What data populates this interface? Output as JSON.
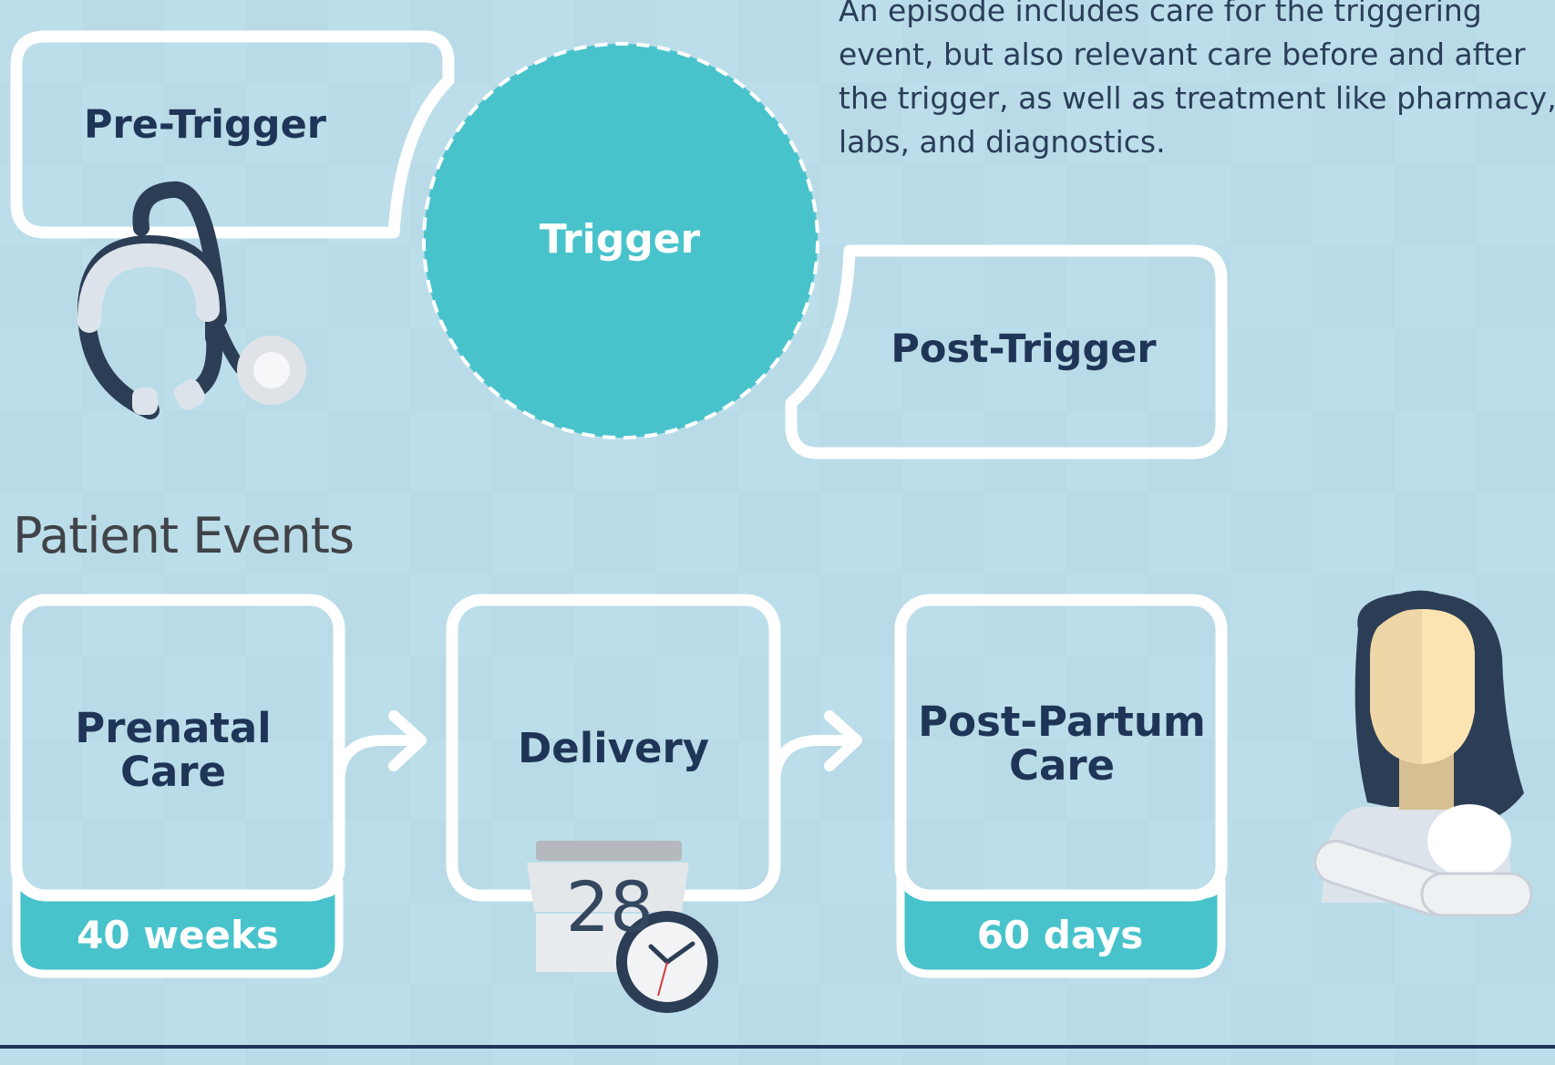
{
  "description": "An episode includes care for the triggering\nevent, but also relevant care before and after\n the trigger, as well as treatment like pharmacy,\nlabs, and diagnostics.",
  "phases": {
    "pre_trigger": "Pre-Trigger",
    "trigger": "Trigger",
    "post_trigger": "Post-Trigger"
  },
  "section_title": "Patient Events",
  "events": {
    "prenatal": {
      "label": "Prenatal Care",
      "duration": "40 weeks"
    },
    "delivery": {
      "label": "Delivery",
      "calendar_day": "28"
    },
    "postpartum": {
      "label": "Post-Partum Care",
      "duration": "60 days"
    }
  },
  "colors": {
    "background": "#b9dbe7",
    "teal": "#48c3cc",
    "navy": "#1f3557",
    "white": "#ffffff"
  },
  "icons": [
    "stethoscope-icon",
    "calendar-clock-icon",
    "mother-baby-icon"
  ]
}
